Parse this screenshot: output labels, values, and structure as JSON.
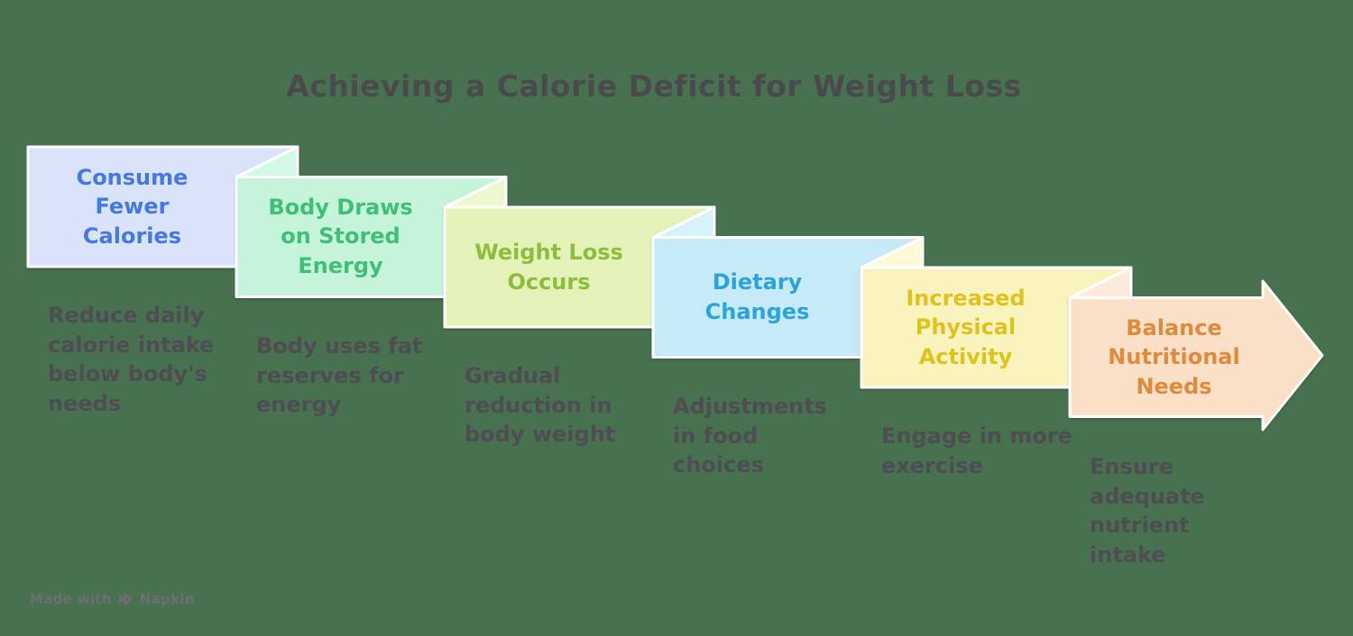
{
  "background_color": "#48714F",
  "title": {
    "text": "Achieving a Calorie Deficit for Weight Loss",
    "color": "#4A4A4E"
  },
  "description_color": "#4D4D53",
  "border_color": "#FFFFFF",
  "panels": [
    {
      "title": "Consume\nFewer\nCalories",
      "description": "Reduce daily\ncalorie intake\nbelow body's\nneeds",
      "fill": "#D9E3FA",
      "title_color": "#4679DD"
    },
    {
      "title": "Body Draws\non Stored\nEnergy",
      "description": "Body uses fat\nreserves for\nenergy",
      "fill": "#C6F4DA",
      "fold_fill": "#D4FAE5",
      "title_color": "#3FBF78"
    },
    {
      "title": "Weight Loss\nOccurs",
      "description": "Gradual\nreduction in\nbody weight",
      "fill": "#E4F2BA",
      "fold_fill": "#EDF8CF",
      "title_color": "#8CBE3B"
    },
    {
      "title": "Dietary\nChanges",
      "description": "Adjustments\nin food\nchoices",
      "fill": "#C7EAF8",
      "fold_fill": "#D8F2FB",
      "title_color": "#2AA4D9"
    },
    {
      "title": "Increased\nPhysical\nActivity",
      "description": "Engage in more\nexercise",
      "fill": "#FBF3BE",
      "fold_fill": "#FDF8D6",
      "title_color": "#DCC31E"
    },
    {
      "title": "Balance\nNutritional\nNeeds",
      "description": "Ensure\nadequate\nnutrient\nintake",
      "fill": "#FBE0C8",
      "fold_fill": "#FCEBDA",
      "title_color": "#E08A3E"
    }
  ],
  "footer": {
    "made_with": "Made with",
    "brand": "Napkin",
    "color": "#6E6E72"
  }
}
